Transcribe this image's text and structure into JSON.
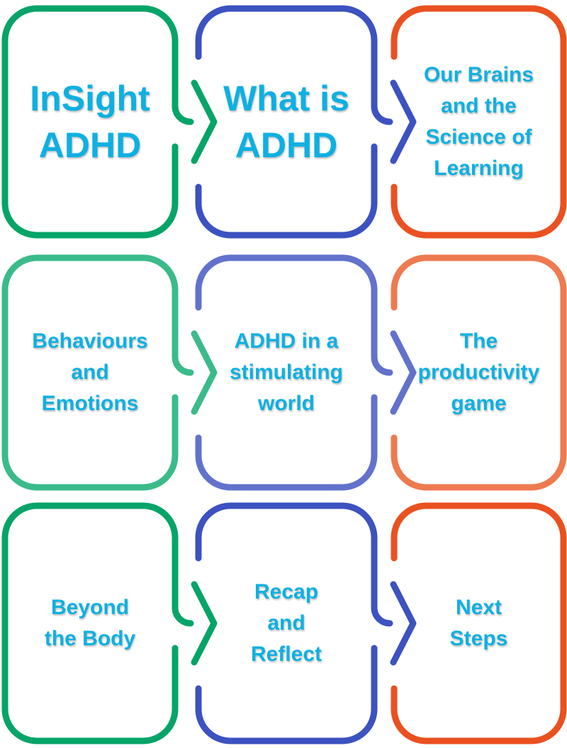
{
  "colors": {
    "text": "#0eb0e2",
    "rows": [
      [
        "#06a468",
        "#3c52c0",
        "#ea5120"
      ],
      [
        "#3bbb8a",
        "#6272cc",
        "#ee7a50"
      ],
      [
        "#06a468",
        "#3c52c0",
        "#ea5120"
      ]
    ]
  },
  "boxes": [
    {
      "text": "InSight\nADHD"
    },
    {
      "text": "What is\nADHD"
    },
    {
      "text": "Our Brains\nand the\nScience of\nLearning"
    },
    {
      "text": "Behaviours\nand\nEmotions"
    },
    {
      "text": "ADHD in a\nstimulating\nworld"
    },
    {
      "text": "The\nproductivity\ngame"
    },
    {
      "text": "Beyond\nthe Body"
    },
    {
      "text": "Recap\nand\nReflect"
    },
    {
      "text": "Next\nSteps"
    }
  ]
}
